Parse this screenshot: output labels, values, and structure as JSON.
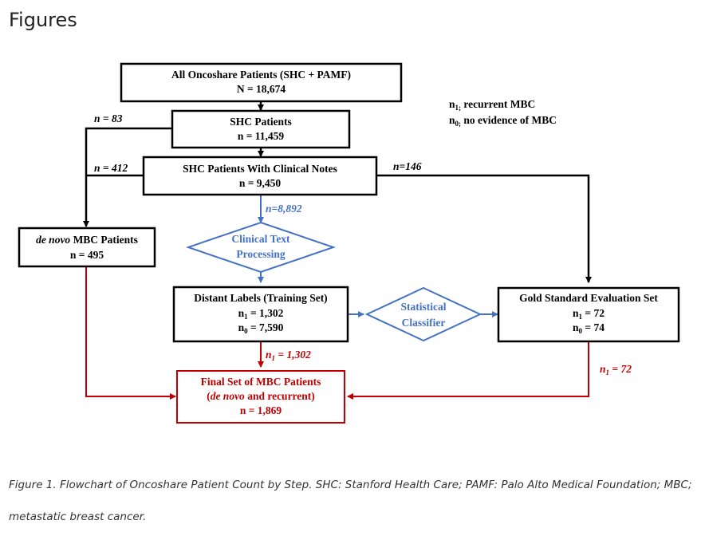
{
  "page": {
    "heading": "Figures"
  },
  "boxes": {
    "all_patients": {
      "line1": "All Oncoshare Patients (SHC + PAMF)",
      "line2": "N = 18,674"
    },
    "shc_patients": {
      "line1": "SHC Patients",
      "line2": "n = 11,459"
    },
    "shc_notes": {
      "line1": "SHC Patients With Clinical Notes",
      "line2": "n = 9,450"
    },
    "de_novo": {
      "line1_italic": "de novo",
      "line1_rest": " MBC Patients",
      "line2": "n = 495"
    },
    "distant_labels": {
      "line1": "Distant Labels (Training Set)",
      "line2": "n",
      "line2_sub": "1",
      "line2_rest": " = 1,302",
      "line3": "n",
      "line3_sub": "0",
      "line3_rest": " = 7,590"
    },
    "gold_standard": {
      "line1": "Gold Standard Evaluation Set",
      "line2": "n",
      "line2_sub": "1",
      "line2_rest": " = 72",
      "line3": "n",
      "line3_sub": "0",
      "line3_rest": " = 74"
    },
    "final_set": {
      "line1": "Final Set of MBC Patients",
      "line2_open": "(",
      "line2_italic": "de novo",
      "line2_rest": " and recurrent)",
      "line3": "n = 1,869"
    }
  },
  "diamonds": {
    "text_processing": {
      "line1": "Clinical Text",
      "line2": "Processing"
    },
    "classifier": {
      "line1": "Statistical",
      "line2": "Classifier"
    }
  },
  "legend": {
    "line1_n": "n",
    "line1_sub": "1;",
    "line1_rest": " recurrent MBC",
    "line2_n": "n",
    "line2_sub": "0;",
    "line2_rest": " no evidence of MBC"
  },
  "edge_labels": {
    "n83": "n = 83",
    "n412": "n = 412",
    "n146": "n=146",
    "n8892": "n=8,892",
    "n1302_n": "n",
    "n1302_sub": "1",
    "n1302_rest": " = 1,302",
    "n72_n": "n",
    "n72_sub": "1",
    "n72_rest": " = 72"
  },
  "caption": {
    "line1": "Figure 1. Flowchart of Oncoshare Patient Count by Step. SHC: Stanford Health Care; PAMF: Palo Alto Medical Foundation; MBC;",
    "line2": "metastatic breast cancer."
  },
  "colors": {
    "black": "#000000",
    "red": "#c00000",
    "blue": "#4472c4"
  }
}
